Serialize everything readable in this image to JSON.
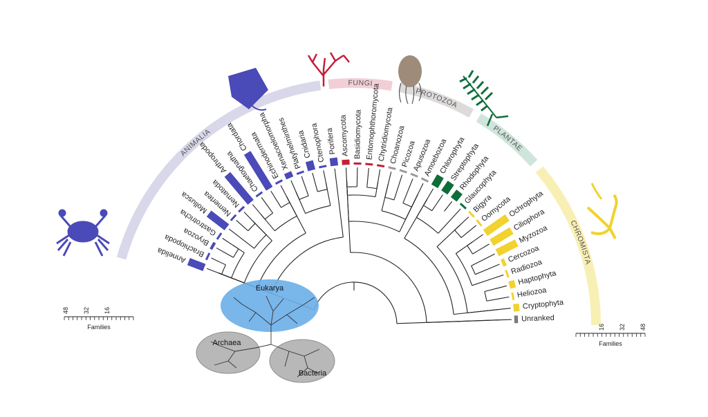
{
  "kingdoms": [
    {
      "id": "animalia",
      "label": "ANIMALIA",
      "color": "#d8d8ea"
    },
    {
      "id": "fungi",
      "label": "FUNGI",
      "color": "#f2cfd6"
    },
    {
      "id": "protozoa",
      "label": "PROTOZOA",
      "color": "#dddada"
    },
    {
      "id": "plantae",
      "label": "PLANTAE",
      "color": "#cfe5dc"
    },
    {
      "id": "chromista",
      "label": "CHROMISTA",
      "color": "#f8efb5"
    }
  ],
  "colors": {
    "animalia": "#4a4ab8",
    "fungi": "#c41e3a",
    "protozoa": "#a09898",
    "plantae": "#0e6e3a",
    "chromista": "#f1d22e",
    "unranked": "#7a7a7a"
  },
  "phyla": [
    {
      "label": "Annelida",
      "group": "animalia",
      "families": 23
    },
    {
      "label": "Brachiopoda",
      "group": "animalia",
      "families": 2
    },
    {
      "label": "Bryozoa",
      "group": "animalia",
      "families": 4
    },
    {
      "label": "Gastrotricha",
      "group": "animalia",
      "families": 2
    },
    {
      "label": "Mollusca",
      "group": "animalia",
      "families": 31
    },
    {
      "label": "Nemertea",
      "group": "animalia",
      "families": 2
    },
    {
      "label": "Nematoda",
      "group": "animalia",
      "families": 3
    },
    {
      "label": "Arthropoda",
      "group": "animalia",
      "families": 50
    },
    {
      "label": "Chaetognatha",
      "group": "animalia",
      "families": 2
    },
    {
      "label": "Chordata",
      "group": "animalia",
      "families": 58
    },
    {
      "label": "Echinodermata",
      "group": "animalia",
      "families": 3
    },
    {
      "label": "Xenacoelomorpha",
      "group": "animalia",
      "families": 8
    },
    {
      "label": "Platyhelminthes",
      "group": "animalia",
      "families": 2
    },
    {
      "label": "Cnidaria",
      "group": "animalia",
      "families": 13
    },
    {
      "label": "Ctenophora",
      "group": "animalia",
      "families": 2
    },
    {
      "label": "Porifera",
      "group": "animalia",
      "families": 11
    },
    {
      "label": "Ascomycota",
      "group": "fungi",
      "families": 7
    },
    {
      "label": "Basidiomycota",
      "group": "fungi",
      "families": 2
    },
    {
      "label": "Entomophthoromycota",
      "group": "fungi",
      "families": 2
    },
    {
      "label": "Chytridiomycota",
      "group": "fungi",
      "families": 2
    },
    {
      "label": "Choanozoa",
      "group": "protozoa",
      "families": 2
    },
    {
      "label": "Picozoa",
      "group": "protozoa",
      "families": 2
    },
    {
      "label": "Apusozoa",
      "group": "protozoa",
      "families": 2
    },
    {
      "label": "Amoebozoa",
      "group": "protozoa",
      "families": 2
    },
    {
      "label": "Chlorophyta",
      "group": "plantae",
      "families": 16
    },
    {
      "label": "Streptophyta",
      "group": "plantae",
      "families": 16
    },
    {
      "label": "Rhodophyta",
      "group": "plantae",
      "families": 13
    },
    {
      "label": "Glaucophyta",
      "group": "plantae",
      "families": 2
    },
    {
      "label": "Bigyra",
      "group": "chromista",
      "families": 2
    },
    {
      "label": "Oomycota",
      "group": "chromista",
      "families": 2
    },
    {
      "label": "Ochrophyta",
      "group": "chromista",
      "families": 37
    },
    {
      "label": "Ciliophora",
      "group": "chromista",
      "families": 32
    },
    {
      "label": "Myzozoa",
      "group": "chromista",
      "families": 30
    },
    {
      "label": "Cercozoa",
      "group": "chromista",
      "families": 5
    },
    {
      "label": "Radiozoa",
      "group": "chromista",
      "families": 2
    },
    {
      "label": "Haptophyta",
      "group": "chromista",
      "families": 8
    },
    {
      "label": "Heliozoa",
      "group": "chromista",
      "families": 2
    },
    {
      "label": "Cryptophyta",
      "group": "chromista",
      "families": 8
    },
    {
      "label": "Unranked",
      "group": "unranked",
      "families": 5
    }
  ],
  "scale_left": {
    "title": "Families",
    "ticks": [
      "48",
      "32",
      "16"
    ]
  },
  "scale_right": {
    "title": "Families",
    "ticks": [
      "16",
      "32",
      "48"
    ]
  },
  "inset": {
    "eukarya": "Eukarya",
    "archaea": "Archaea",
    "bacteria": "Bacteria",
    "colors": {
      "eukarya": "#6aaee8",
      "archaea": "#b8b8b8",
      "bacteria": "#b8b8b8"
    }
  }
}
